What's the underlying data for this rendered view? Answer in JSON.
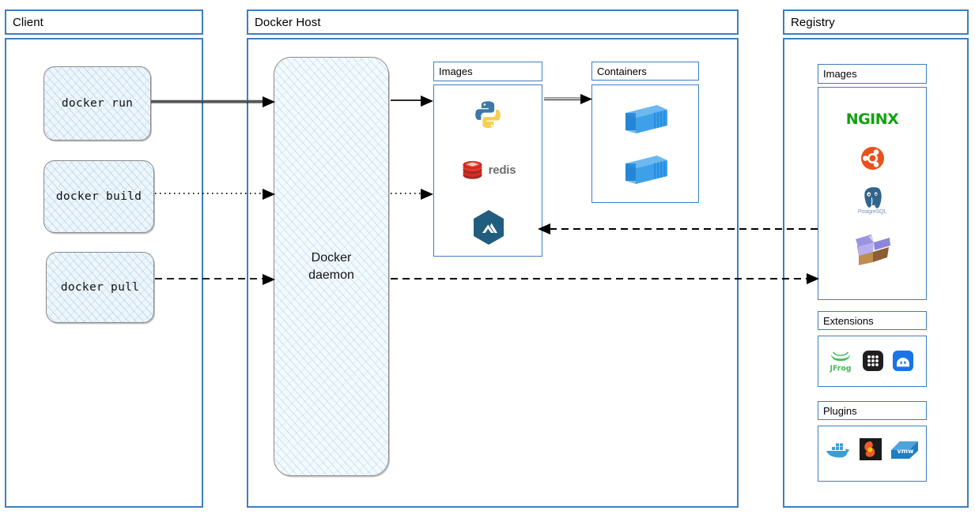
{
  "diagram": {
    "title": "Docker architecture overview",
    "accent_color": "#3c7fc1",
    "sketch_fill": "#eef6fc"
  },
  "zones": {
    "client": {
      "label": "Client"
    },
    "host": {
      "label": "Docker Host"
    },
    "registry": {
      "label": "Registry"
    }
  },
  "client": {
    "commands": [
      {
        "label": "docker run",
        "line_style": "solid"
      },
      {
        "label": "docker build",
        "line_style": "dotted"
      },
      {
        "label": "docker pull",
        "line_style": "dashed"
      }
    ]
  },
  "host": {
    "daemon": {
      "line1": "Docker",
      "line2": "daemon"
    },
    "images": {
      "label": "Images",
      "items": [
        {
          "name": "python-icon",
          "label": "python"
        },
        {
          "name": "redis-icon",
          "label": "redis"
        },
        {
          "name": "alpine-icon",
          "label": "alpine"
        }
      ]
    },
    "containers": {
      "label": "Containers",
      "items": [
        {
          "name": "container-icon",
          "label": "container"
        },
        {
          "name": "container-icon",
          "label": "container"
        }
      ]
    }
  },
  "registry": {
    "images": {
      "label": "Images",
      "items": [
        {
          "name": "nginx-icon",
          "label": "NGINX"
        },
        {
          "name": "ubuntu-icon",
          "label": "Ubuntu"
        },
        {
          "name": "postgresql-icon",
          "label": "PostgreSQL"
        },
        {
          "name": "package-box-icon",
          "label": "package"
        }
      ]
    },
    "extensions": {
      "label": "Extensions",
      "items": [
        {
          "name": "jfrog-icon",
          "label": "JFrog"
        },
        {
          "name": "grid-dots-icon",
          "label": "grid"
        },
        {
          "name": "dome-icon",
          "label": "snyk"
        }
      ]
    },
    "plugins": {
      "label": "Plugins",
      "items": [
        {
          "name": "docker-whale-icon",
          "label": "Docker"
        },
        {
          "name": "grafana-icon",
          "label": "Grafana"
        },
        {
          "name": "vmware-icon",
          "label": "vmw"
        }
      ]
    }
  },
  "edges": [
    {
      "name": "run-to-daemon",
      "style": "solid"
    },
    {
      "name": "build-to-daemon",
      "style": "dotted"
    },
    {
      "name": "pull-to-daemon",
      "style": "dashed"
    },
    {
      "name": "daemon-to-images",
      "style": "solid"
    },
    {
      "name": "daemon-to-images-2",
      "style": "dotted"
    },
    {
      "name": "images-to-containers",
      "style": "solid"
    },
    {
      "name": "registry-to-images",
      "style": "dashed"
    },
    {
      "name": "daemon-to-registry",
      "style": "dashed"
    }
  ]
}
